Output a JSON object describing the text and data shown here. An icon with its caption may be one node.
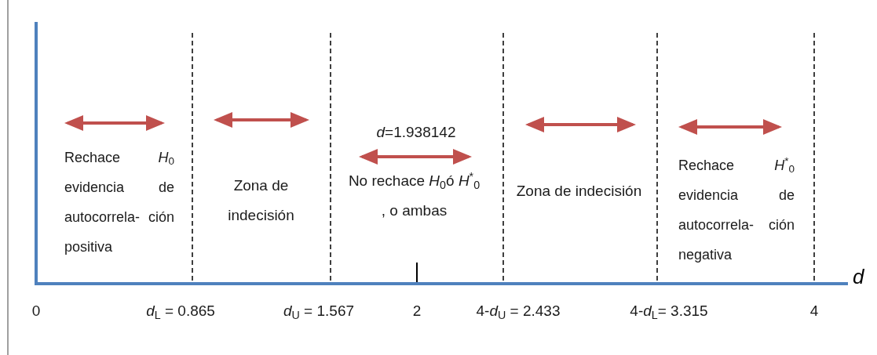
{
  "diagram": {
    "labels": [
      "*d*=1.938142",
      "Rechace *H*$_{0}$ evidencia de autocorrela- ción positiva",
      "Zona de indecisión",
      "No rechace *H*$_{0}$ó *H*$^{*}$$_{0}$ , o ambas",
      "Zona de indecisión",
      "Rechace *H*$^{*}$$_{0}$ evidencia de autocorrela- ción negativa",
      "0",
      "*d*$_{L}$ = 0.865",
      "*d*$_{U}$ = 1.567",
      "2",
      "4-*d*$_{U}$ = 2.433",
      "4-*d*$_{L}$= 3.315",
      "4",
      "d"
    ]
  }
}
